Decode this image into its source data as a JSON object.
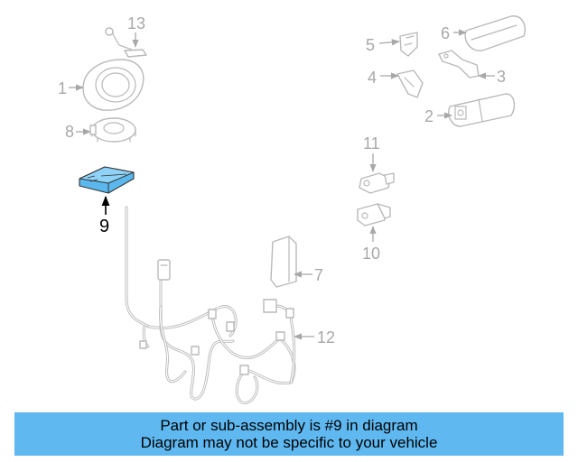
{
  "diagram": {
    "callouts": {
      "c1": "1",
      "c2": "2",
      "c3": "3",
      "c4": "4",
      "c5": "5",
      "c6": "6",
      "c7": "7",
      "c8": "8",
      "c9": "9",
      "c10": "10",
      "c11": "11",
      "c12": "12",
      "c13": "13"
    },
    "highlighted_part": "9",
    "highlight_color": "#5bb8ee",
    "part_color": "#b9b9b9"
  },
  "banner": {
    "line1": "Part or sub-assembly is #9 in diagram",
    "line2": "Diagram may not be specific to your vehicle",
    "background": "#5fb8f0"
  }
}
